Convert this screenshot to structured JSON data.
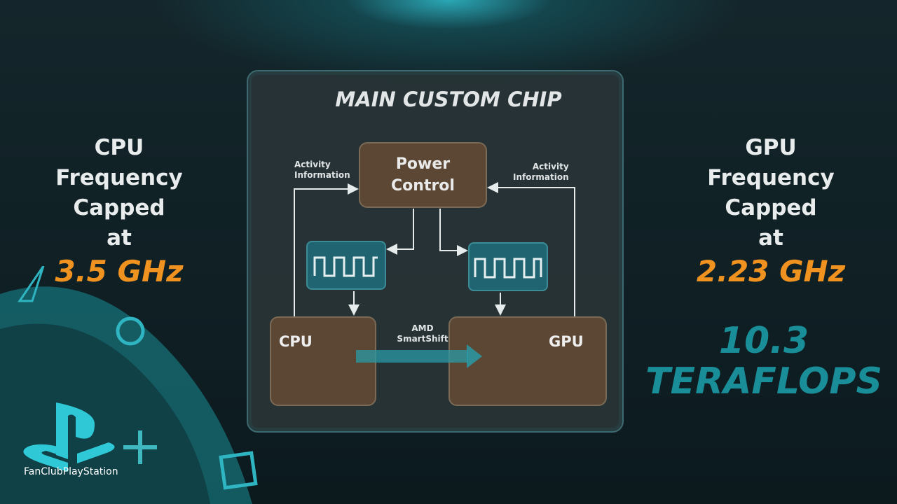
{
  "cpu_side": {
    "lines": [
      "CPU",
      "Frequency",
      "Capped",
      "at"
    ],
    "frequency": "3.5 GHz"
  },
  "gpu_side": {
    "lines": [
      "GPU",
      "Frequency",
      "Capped",
      "at"
    ],
    "frequency": "2.23 GHz",
    "teraflops_value": "10.3",
    "teraflops_unit": "TERAFLOPS"
  },
  "chip": {
    "title": "MAIN CUSTOM CHIP",
    "power_control": [
      "Power",
      "Control"
    ],
    "activity_left": [
      "Activity",
      "Information"
    ],
    "activity_right": [
      "Activity",
      "Information"
    ],
    "cpu_label": "CPU",
    "gpu_label": "GPU",
    "smartshift": [
      "AMD",
      "SmartShift"
    ]
  },
  "branding": {
    "text": "FanClubPlayStation"
  },
  "colors": {
    "accent_orange": "#f0921f",
    "accent_teal": "#1a8e98",
    "box_brown": "#5b4734",
    "clock_teal": "#1f6470"
  }
}
